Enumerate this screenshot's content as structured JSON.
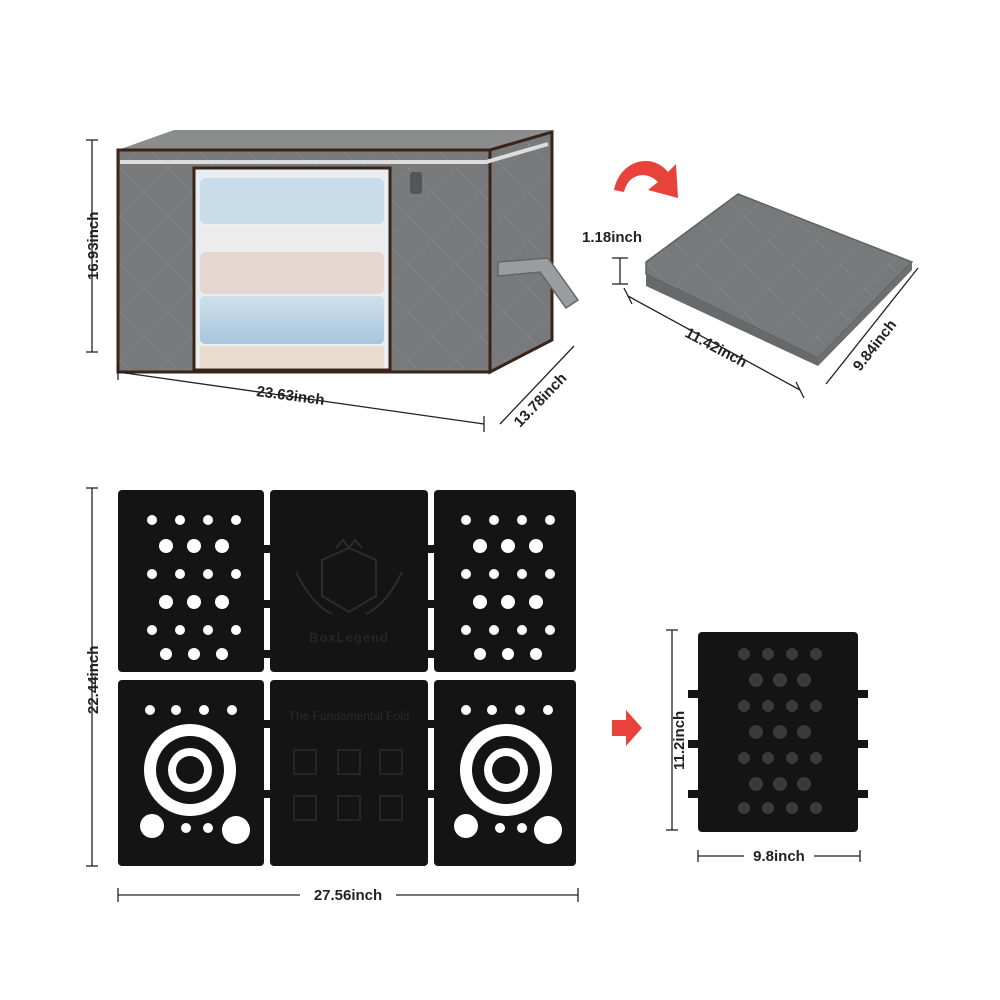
{
  "dimensions": {
    "bag_height": "16.93inch",
    "bag_width": "23.63inch",
    "bag_depth": "13.78inch",
    "folded_thickness": "1.18inch",
    "folded_width": "11.42inch",
    "folded_depth": "9.84inch",
    "board_height": "22.44inch",
    "board_width": "27.56inch",
    "board_folded_height": "11.2inch",
    "board_folded_width": "9.8inch"
  },
  "board_text": {
    "brand": "BoxLegend",
    "caption": "The Fundamental Fold"
  },
  "colors": {
    "bag_gray": "#777a7c",
    "bag_trim": "#3a2418",
    "board_black": "#141414",
    "arrow_red": "#e8423a"
  },
  "icons": {
    "curved_arrow": "curved-arrow-icon",
    "right_arrow": "right-arrow-icon"
  }
}
